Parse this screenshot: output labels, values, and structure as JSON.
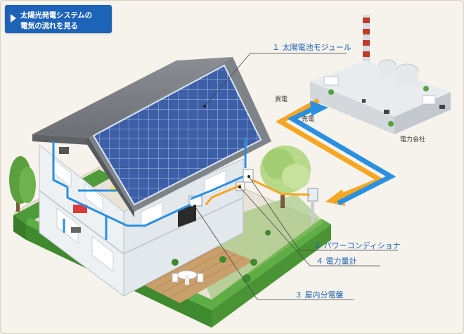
{
  "header": {
    "line1": "太陽光発電システムの",
    "line2": "電気の流れを見る"
  },
  "labels": {
    "module": "１ 太陽電池モジュール",
    "conditioner": "２ パワーコンディショナ",
    "meter": "４ 電力量計",
    "panel": "３ 屋内分電盤",
    "buy": "買電",
    "sell": "売電",
    "utility": "電力会社"
  },
  "colors": {
    "header_blue": "#1d63b8",
    "label_blue": "#1a5fb4",
    "flow_blue": "#2b8fe0",
    "flow_orange": "#f5a623"
  }
}
